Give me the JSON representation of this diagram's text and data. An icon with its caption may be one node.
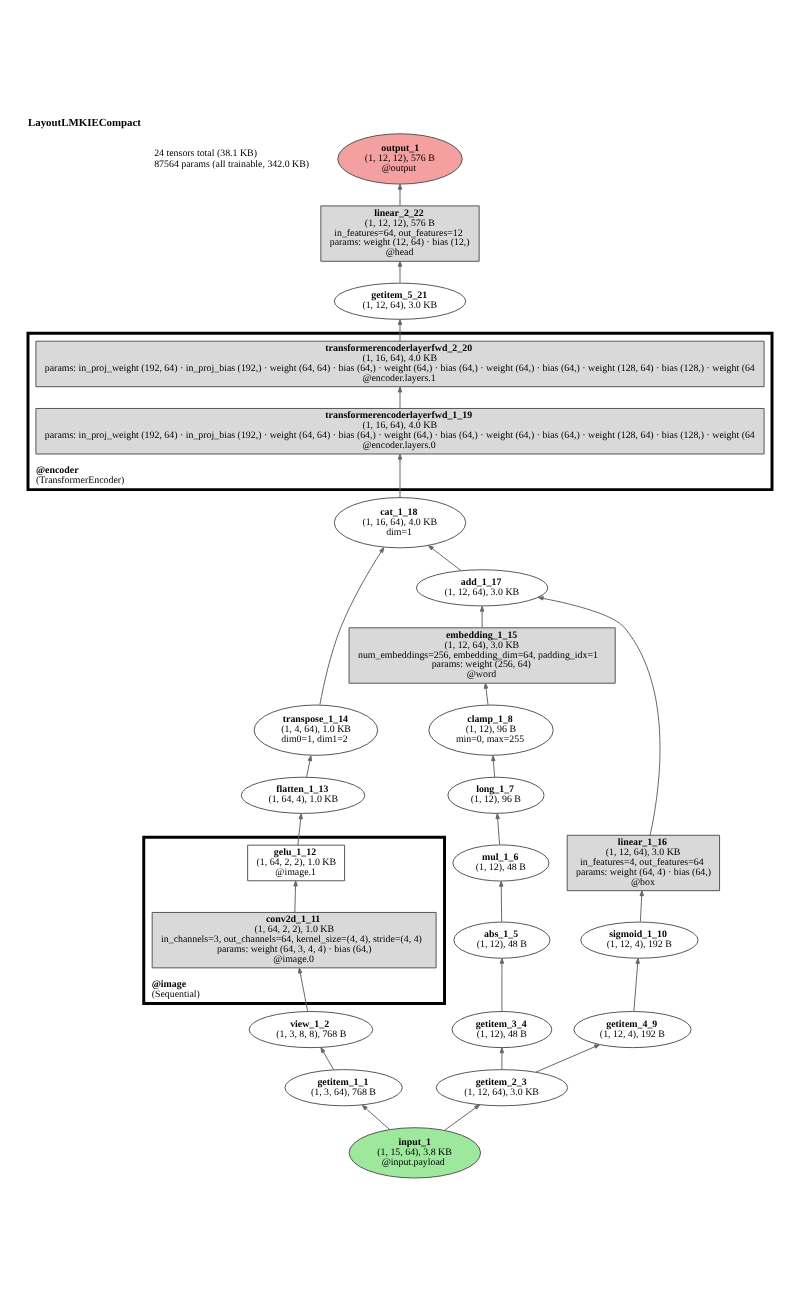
{
  "diagram": {
    "title": "LayoutLMKIECompact",
    "labels": [
      "24 tensors total (38.1 KB)",
      "87564 params (all trainable, 342.0 KB)"
    ],
    "nodes": [
      {
        "text": [
          "output_1",
          "(1, 12, 12), 576 B",
          "@output"
        ]
      },
      {
        "text": [
          "linear_2_22",
          "(1, 12, 12), 576 B",
          "in_features=64, out_features=12",
          "params: weight (12, 64) · bias (12,)",
          "@head"
        ]
      },
      {
        "text": [
          "getitem_5_21",
          "(1, 12, 64), 3.0 KB"
        ]
      },
      {
        "text": [
          "@encoder",
          "(TransformerEncoder)"
        ]
      },
      {
        "text": [
          "transformerencoderlayerfwd_2_20",
          "(1, 16, 64), 4.0 KB",
          "params: in_proj_weight (192, 64) · in_proj_bias (192,) · weight (64, 64) · bias (64,) · weight (64,) · bias (64,) · weight (64,) · bias (64,) · weight (128, 64) · bias (128,) · weight (64",
          "@encoder.layers.1"
        ],
        "in": 3
      },
      {
        "text": [
          "transformerencoderlayerfwd_1_19",
          "(1, 16, 64), 4.0 KB",
          "params: in_proj_weight (192, 64) · in_proj_bias (192,) · weight (64, 64) · bias (64,) · weight (64,) · bias (64,) · weight (64,) · bias (64,) · weight (128, 64) · bias (128,) · weight (64",
          "@encoder.layers.0"
        ],
        "in": 3
      },
      {
        "text": [
          "cat_1_18",
          "(1, 16, 64), 4.0 KB",
          "dim=1"
        ]
      },
      {
        "text": [
          "add_1_17",
          "(1, 12, 64), 3.0 KB"
        ]
      },
      {
        "text": [
          "embedding_1_15",
          "(1, 12, 64), 3.0 KB",
          "num_embeddings=256, embedding_dim=64, padding_idx=1",
          "params: weight (256, 64)",
          "@word"
        ]
      },
      {
        "text": [
          "transpose_1_14",
          "(1, 4, 64), 1.0 KB",
          "dim0=1, dim1=2"
        ]
      },
      {
        "text": [
          "clamp_1_8",
          "(1, 12), 96 B",
          "min=0, max=255"
        ]
      },
      {
        "text": [
          "flatten_1_13",
          "(1, 64, 4), 1.0 KB"
        ]
      },
      {
        "text": [
          "long_1_7",
          "(1, 12), 96 B"
        ]
      },
      {
        "text": [
          "@image",
          "(Sequential)"
        ]
      },
      {
        "text": [
          "gelu_1_12",
          "(1, 64, 2, 2), 1.0 KB",
          "@image.1"
        ],
        "in": 13
      },
      {
        "text": [
          "conv2d_1_11",
          "(1, 64, 2, 2), 1.0 KB",
          "in_channels=3, out_channels=64, kernel_size=(4, 4), stride=(4, 4)",
          "params: weight (64, 3, 4, 4) · bias (64,)",
          "@image.0"
        ],
        "in": 13
      },
      {
        "text": [
          "mul_1_6",
          "(1, 12), 48 B"
        ]
      },
      {
        "text": [
          "linear_1_16",
          "(1, 12, 64), 3.0 KB",
          "in_features=4, out_features=64",
          "params: weight (64, 4) · bias (64,)",
          "@box"
        ]
      },
      {
        "text": [
          "abs_1_5",
          "(1, 12), 48 B"
        ]
      },
      {
        "text": [
          "sigmoid_1_10",
          "(1, 12, 4), 192 B"
        ]
      },
      {
        "text": [
          "view_1_2",
          "(1, 3, 8, 8), 768 B"
        ]
      },
      {
        "text": [
          "getitem_3_4",
          "(1, 12), 48 B"
        ]
      },
      {
        "text": [
          "getitem_4_9",
          "(1, 12, 4), 192 B"
        ]
      },
      {
        "text": [
          "getitem_1_1",
          "(1, 3, 64), 768 B"
        ]
      },
      {
        "text": [
          "getitem_2_3",
          "(1, 12, 64), 3.0 KB"
        ]
      },
      {
        "text": [
          "input_1",
          "(1, 15, 64), 3.8 KB",
          "@input.payload"
        ]
      }
    ],
    "edges": [
      {
        "from": 25,
        "to": 23,
        "arrow": "to"
      },
      {
        "from": 25,
        "to": 24,
        "arrow": "to"
      },
      {
        "from": 23,
        "to": 20,
        "arrow": "to"
      },
      {
        "from": 20,
        "to": 15,
        "arrow": "to"
      },
      {
        "from": 15,
        "to": 14,
        "arrow": "to"
      },
      {
        "from": 14,
        "to": 11,
        "arrow": "to"
      },
      {
        "from": 11,
        "to": 9,
        "arrow": "to"
      },
      {
        "from": 9,
        "to": 6,
        "arrow": "to"
      },
      {
        "from": 24,
        "to": 21,
        "arrow": "to"
      },
      {
        "from": 24,
        "to": 22,
        "arrow": "to"
      },
      {
        "from": 21,
        "to": 18,
        "arrow": "to"
      },
      {
        "from": 18,
        "to": 16,
        "arrow": "to"
      },
      {
        "from": 16,
        "to": 12,
        "arrow": "to"
      },
      {
        "from": 12,
        "to": 10,
        "arrow": "to"
      },
      {
        "from": 10,
        "to": 8,
        "arrow": "to"
      },
      {
        "from": 8,
        "to": 7,
        "arrow": "to"
      },
      {
        "from": 22,
        "to": 19,
        "arrow": "to"
      },
      {
        "from": 19,
        "to": 17,
        "arrow": "to"
      },
      {
        "from": 17,
        "to": 7,
        "arrow": "to"
      },
      {
        "from": 7,
        "to": 6,
        "arrow": "to"
      },
      {
        "from": 6,
        "to": 5,
        "arrow": "to"
      },
      {
        "from": 5,
        "to": 4,
        "arrow": "to"
      },
      {
        "from": 4,
        "to": 2,
        "arrow": "to"
      },
      {
        "from": 2,
        "to": 1,
        "arrow": "to"
      },
      {
        "from": 1,
        "to": 0,
        "arrow": "to"
      }
    ]
  }
}
